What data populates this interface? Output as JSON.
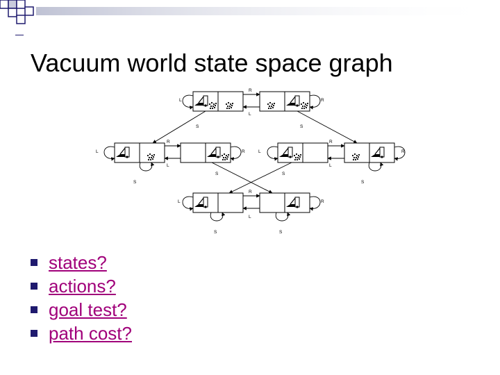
{
  "slide": {
    "title": "Vacuum world state space graph",
    "accent_color": "#1f1a6e",
    "link_color": "#a0007a",
    "bullets": [
      {
        "label": "states?",
        "icon": "square-bullet-icon"
      },
      {
        "label": "actions?",
        "icon": "square-bullet-icon"
      },
      {
        "label": "goal test?",
        "icon": "square-bullet-icon"
      },
      {
        "label": "path cost?",
        "icon": "square-bullet-icon"
      }
    ]
  },
  "graph": {
    "labels": {
      "left": "L",
      "right": "R",
      "suck": "S"
    },
    "states": [
      {
        "id": "s1",
        "vacuum": "left",
        "dirt_left": true,
        "dirt_right": true
      },
      {
        "id": "s2",
        "vacuum": "right",
        "dirt_left": true,
        "dirt_right": true
      },
      {
        "id": "s3",
        "vacuum": "left",
        "dirt_left": false,
        "dirt_right": true
      },
      {
        "id": "s4",
        "vacuum": "right",
        "dirt_left": false,
        "dirt_right": true
      },
      {
        "id": "s5",
        "vacuum": "left",
        "dirt_left": true,
        "dirt_right": false
      },
      {
        "id": "s6",
        "vacuum": "right",
        "dirt_left": true,
        "dirt_right": false
      },
      {
        "id": "s7",
        "vacuum": "left",
        "dirt_left": false,
        "dirt_right": false
      },
      {
        "id": "s8",
        "vacuum": "right",
        "dirt_left": false,
        "dirt_right": false
      }
    ]
  }
}
